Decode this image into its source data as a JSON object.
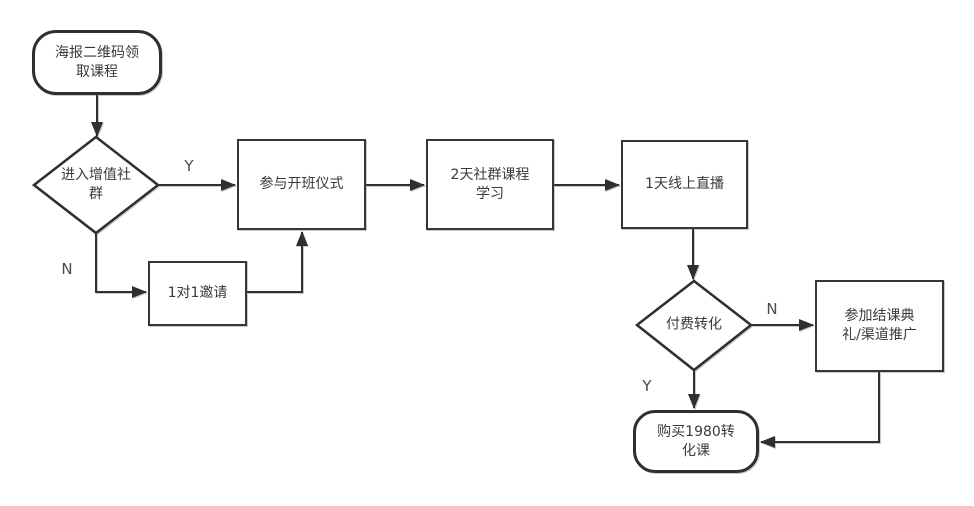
{
  "diagram": {
    "type": "flowchart",
    "background": "#ffffff",
    "stroke_color": "#363636",
    "text_color": "#3a3a3a",
    "nodes": [
      {
        "id": "start",
        "shape": "terminator",
        "label": "海报二维码领取课程"
      },
      {
        "id": "join-community",
        "shape": "decision",
        "label": "进入增值社群"
      },
      {
        "id": "one-on-one-invite",
        "shape": "process",
        "label": "1对1邀请"
      },
      {
        "id": "opening-ceremony",
        "shape": "process",
        "label": "参与开班仪式"
      },
      {
        "id": "community-course",
        "shape": "process",
        "label": "2天社群课程学习"
      },
      {
        "id": "online-live",
        "shape": "process",
        "label": "1天线上直播"
      },
      {
        "id": "paid-conversion",
        "shape": "decision",
        "label": "付费转化"
      },
      {
        "id": "closing-ceremony",
        "shape": "process",
        "label": "参加结课典礼/渠道推广"
      },
      {
        "id": "buy-course",
        "shape": "terminator",
        "label": "购买1980转化课"
      }
    ],
    "edge_labels": [
      {
        "id": "join-yes",
        "label": "Y"
      },
      {
        "id": "join-no",
        "label": "N"
      },
      {
        "id": "pay-no",
        "label": "N"
      },
      {
        "id": "pay-yes",
        "label": "Y"
      }
    ]
  }
}
